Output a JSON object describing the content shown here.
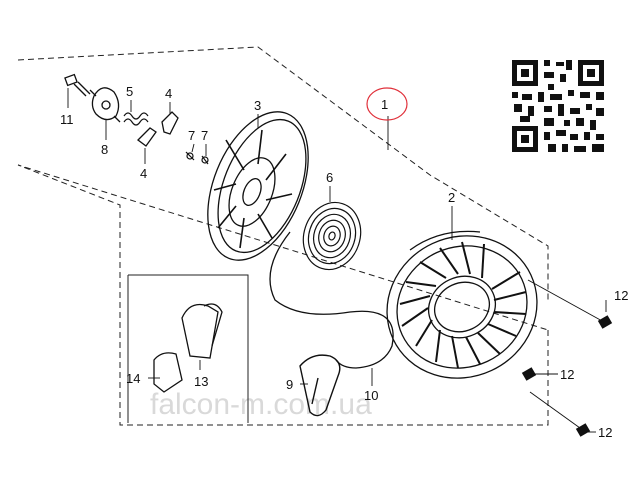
{
  "diagram": {
    "callouts": [
      "1",
      "2",
      "3",
      "4",
      "4",
      "5",
      "6",
      "7",
      "7",
      "8",
      "9",
      "10",
      "11",
      "12",
      "12",
      "12",
      "13",
      "14"
    ],
    "highlight_color": "#e0303a",
    "watermark": "falcon-m.com.ua"
  }
}
